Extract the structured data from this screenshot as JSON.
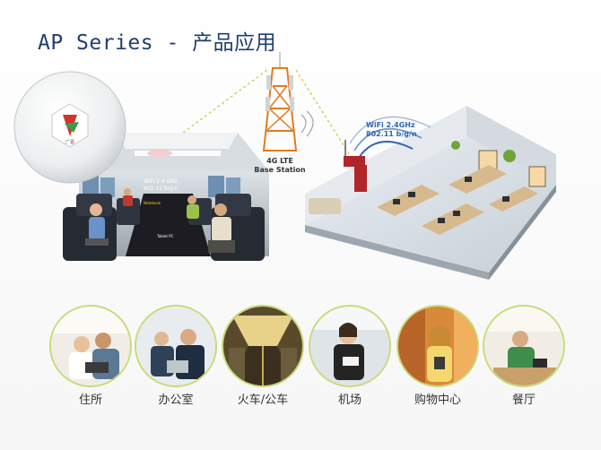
{
  "slide": {
    "title": "AP Series  -  产品应用"
  },
  "hero": {
    "ap_logo_caption": "广嘉",
    "train_wifi_label": "WiFi 2.4 GHz\n802.11 b/g/n",
    "train_notebook": "Notebook",
    "train_tablet": "Tablet PC",
    "tower_label_1": "4G LTE",
    "tower_label_2": "Base Station",
    "office_wifi_1": "WiFi 2.4GHz",
    "office_wifi_2": "802.11 b/g/n"
  },
  "scenarios": [
    {
      "label": "住所"
    },
    {
      "label": "办公室"
    },
    {
      "label": "火车/公车"
    },
    {
      "label": "机场"
    },
    {
      "label": "购物中心"
    },
    {
      "label": "餐厅"
    }
  ],
  "colors": {
    "title": "#1f3f6e",
    "ring": "#c7db7a",
    "tower": "#e07b22",
    "wifi": "#2e66b5",
    "router": "#b0262b"
  }
}
